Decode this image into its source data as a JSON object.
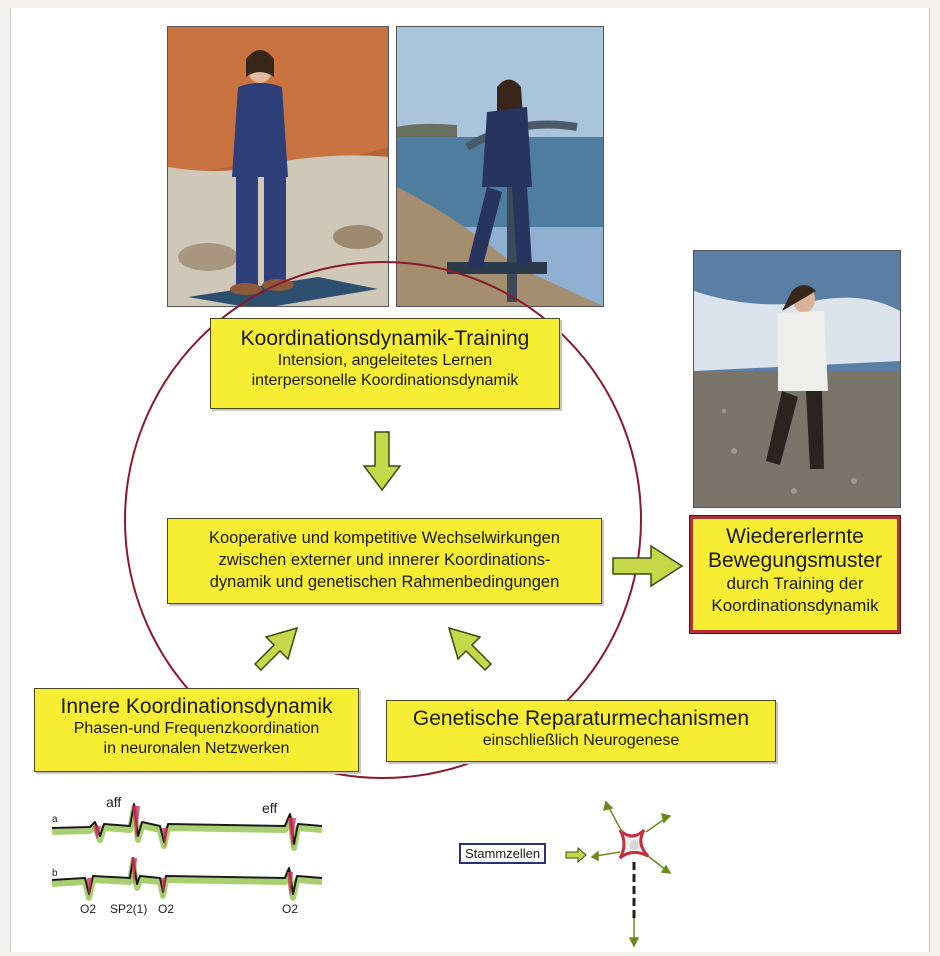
{
  "boxes": {
    "top": {
      "title": "Koordinationsdynamik-Training",
      "line1": "Intension, angeleitetes Lernen",
      "line2": "interpersonelle Koordinationsdynamik"
    },
    "center": {
      "line1": "Kooperative und kompetitive Wechselwirkungen",
      "line2": "zwischen externer und innerer Koordinations-",
      "line3": "dynamik und genetischen Rahmenbedingungen"
    },
    "left": {
      "title": "Innere Koordinationsdynamik",
      "line1": "Phasen-und Frequenzkoordination",
      "line2": "in neuronalen Netzwerken"
    },
    "right": {
      "title": "Genetische Reparaturmechanismen",
      "line1": "einschließlich Neurogenese"
    },
    "result": {
      "line1": "Wiedererlernte",
      "line2": "Bewegungsmuster",
      "line3": "durch Training der",
      "line4": "Koordinationsdynamik"
    }
  },
  "eeg": {
    "trace_a": "a",
    "trace_b": "b",
    "aff": "aff",
    "eff": "eff",
    "marker1": "O2",
    "marker2": "SP2(1)",
    "marker3": "O2",
    "marker4": "O2"
  },
  "stemcells": {
    "label": "Stammzellen"
  },
  "colors": {
    "box_fill": "#f7ee33",
    "circle": "#8a1a2a",
    "arrow_fill": "#c5d84a",
    "result_border": "#b03038"
  }
}
